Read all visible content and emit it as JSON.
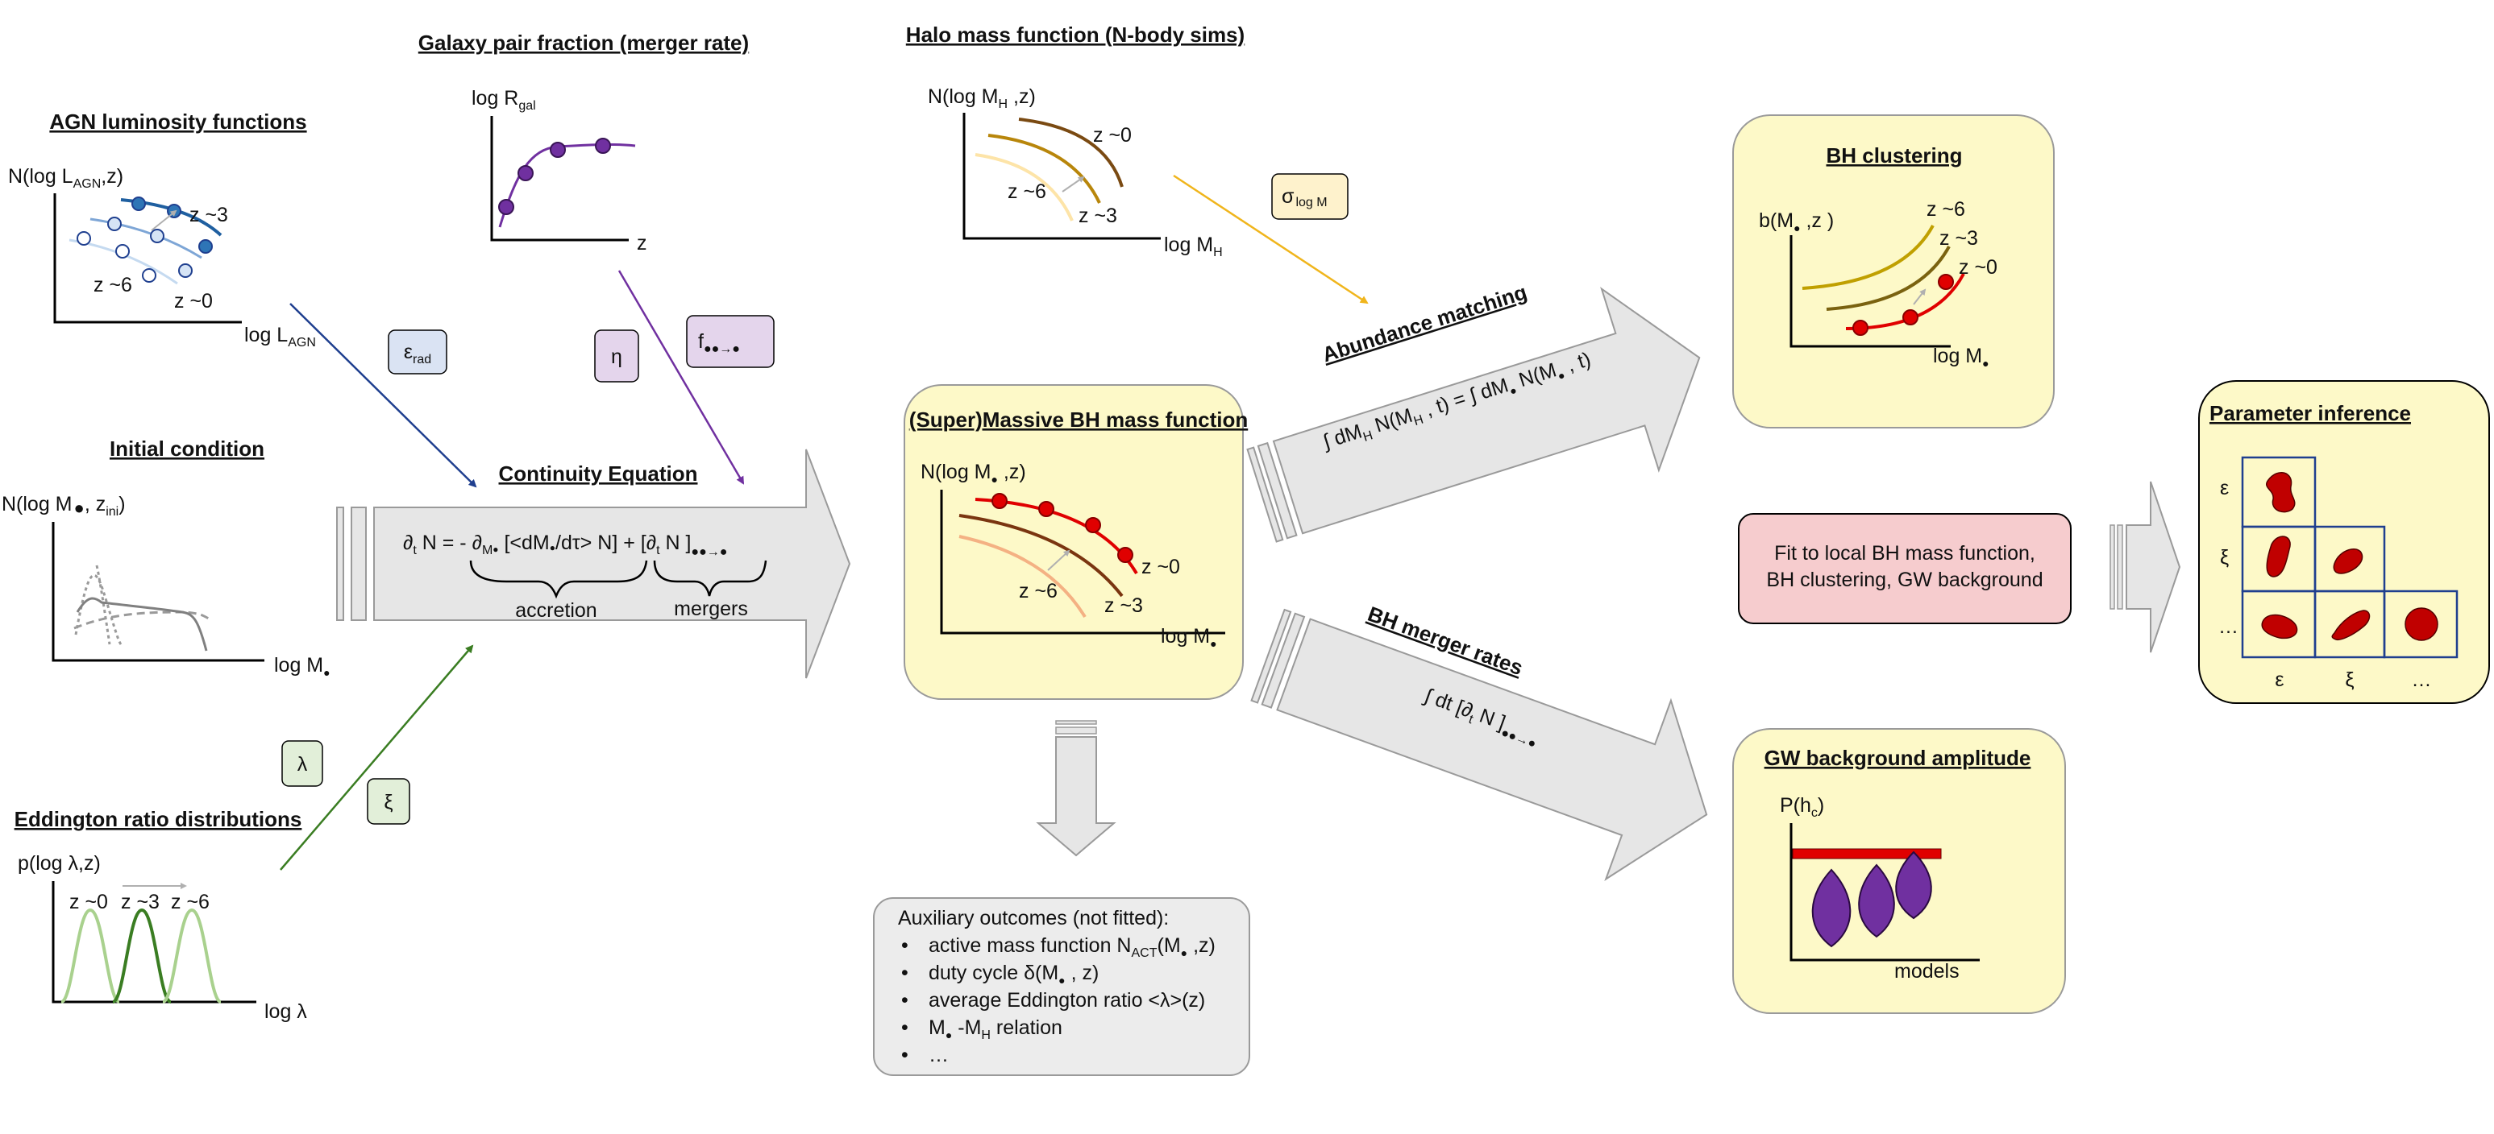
{
  "agn": {
    "title": "AGN luminosity functions",
    "ylabel": "N(log L",
    "ylabel_sub": "AGN",
    "ylabel_end": ",z)",
    "xlabel": "log L",
    "xlabel_sub": "AGN",
    "z_lo": "z ~3",
    "z_mid": "z ~6",
    "z_hi": "z ~0"
  },
  "pair": {
    "title": "Galaxy pair fraction (merger rate)",
    "ylabel": "log R",
    "ylabel_sub": "gal",
    "xlabel": "z"
  },
  "halo": {
    "title": "Halo mass function (N-body sims)",
    "ylabel": "N(log M",
    "ylabel_sub": "H",
    "ylabel_end": " ,z)",
    "xlabel": "log M",
    "xlabel_sub": "H",
    "z0": "z ~0",
    "z6": "z ~6",
    "z3": "z ~3"
  },
  "init": {
    "title": "Initial condition",
    "ylabel": "N(log M",
    "ylabel_mid": ", z",
    "ylabel_sub": "ini",
    "ylabel_end": ")",
    "xlabel": "log M"
  },
  "edd": {
    "title": "Eddington ratio distributions",
    "ylabel": "p(log λ,z)",
    "xlabel": "log λ",
    "z0": "z ~0",
    "z3": "z ~3",
    "z6": "z ~6"
  },
  "params": {
    "eps": "ε",
    "eps_sub": "rad",
    "eta": "η",
    "f_label": "f",
    "lam": "λ",
    "xi": "ξ",
    "sigma": "σ",
    "sigma_sub": "log M"
  },
  "continuity": {
    "title": "Continuity Equation",
    "eq_a": "∂",
    "eq_a_sub": "t",
    "eq_b": " N = - ∂",
    "eq_b_sub": "M",
    "eq_c": " [<dM",
    "eq_d": "/dτ> N] + [∂",
    "eq_d_sub": "t",
    "eq_e": " N ]",
    "accretion": "accretion",
    "mergers": "mergers"
  },
  "bhmf": {
    "title": "(Super)Massive BH mass function",
    "ylabel": "N(log M",
    "ylabel_end": " ,z)",
    "xlabel": "log M",
    "z0": "z ~0",
    "z6": "z ~6",
    "z3": "z ~3"
  },
  "aux": {
    "title": "Auxiliary outcomes (not fitted):",
    "i1a": "active mass function N",
    "i1_sub": "ACT",
    "i1b": "(M",
    "i1c": " ,z)",
    "i2a": "duty cycle δ(M",
    "i2b": " , z)",
    "i3": "average Eddington ratio <λ>(z)",
    "i4a": "M",
    "i4b": " -M",
    "i4_sub": "H",
    "i4c": " relation",
    "i5": "…"
  },
  "abundance": {
    "title": "Abundance matching",
    "eq1": "∫ dM",
    "eq1_sub": "H",
    "eq2": " N(M",
    "eq2_sub": "H",
    "eq3": " , t) = ∫ dM",
    "eq4": " N(M",
    "eq5": " , t)"
  },
  "mergerrate": {
    "title": "BH merger rates",
    "eq1": "∫ dt  [∂",
    "eq1_sub": "t",
    "eq2": " N ]"
  },
  "clustering": {
    "title": "BH clustering",
    "ylabel": "b(M",
    "ylabel_end": " ,z )",
    "xlabel": "log M",
    "z6": "z ~6",
    "z3": "z ~3",
    "z0": "z ~0"
  },
  "fit": {
    "line1": "Fit to  local BH mass function,",
    "line2": "BH clustering, GW background"
  },
  "gw": {
    "title": "GW background amplitude",
    "ylabel": "P(h",
    "ylabel_sub": "c",
    "ylabel_end": ")",
    "xlabel": "models"
  },
  "inference": {
    "title": "Parameter inference",
    "row1": "ε",
    "row2": "ξ",
    "row3": "…",
    "col1": "ε",
    "col2": "ξ",
    "col3": "…"
  },
  "colors": {
    "yellow_panel": "#fdf9c8",
    "pink_box": "#f6ccce",
    "grey_arrow": "#e6e6e6",
    "red": "#c00000",
    "purple": "#7030a0",
    "navy": "#1f3f8f",
    "green": "#3a7d22",
    "brown": "#7a4a12",
    "gold": "#f0b51c"
  }
}
